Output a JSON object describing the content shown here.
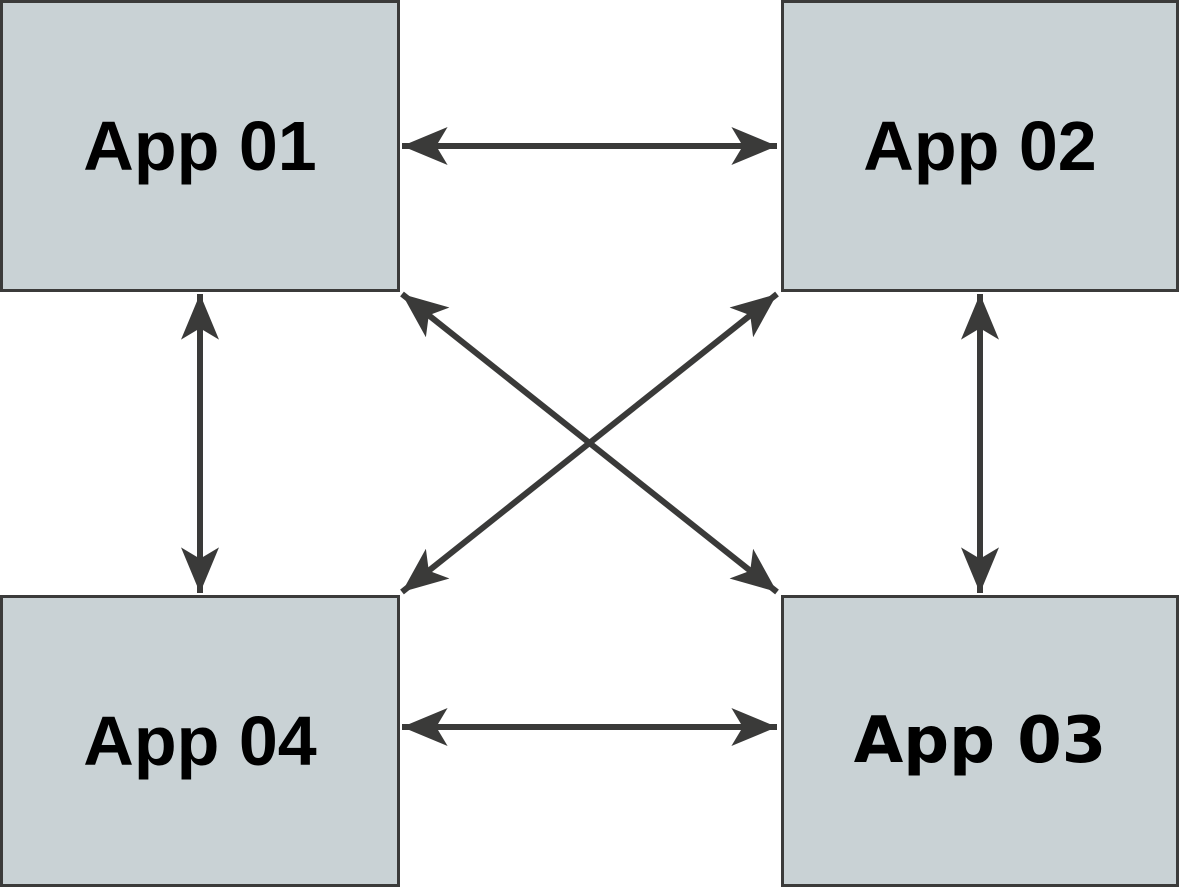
{
  "diagram": {
    "type": "network-diagram",
    "background": "#ffffff",
    "colors": {
      "node_fill": "#c9d2d5",
      "node_border": "#3b3b3a",
      "arrow": "#3a3a39",
      "label_text": "#000000"
    },
    "nodes": [
      {
        "id": "app01",
        "label": "App 01",
        "position": "top-left"
      },
      {
        "id": "app02",
        "label": "App 02",
        "position": "top-right"
      },
      {
        "id": "app03",
        "label": "App 03",
        "position": "bottom-right"
      },
      {
        "id": "app04",
        "label": "App 04",
        "position": "bottom-left"
      }
    ],
    "edges": [
      {
        "from": "App 01",
        "to": "App 02",
        "style": "double-headed-arrow",
        "path": "horizontal-top"
      },
      {
        "from": "App 04",
        "to": "App 03",
        "style": "double-headed-arrow",
        "path": "horizontal-bottom"
      },
      {
        "from": "App 01",
        "to": "App 04",
        "style": "double-headed-arrow",
        "path": "vertical-left"
      },
      {
        "from": "App 02",
        "to": "App 03",
        "style": "double-headed-arrow",
        "path": "vertical-right"
      },
      {
        "from": "App 01",
        "to": "App 03",
        "style": "double-headed-arrow",
        "path": "diagonal"
      },
      {
        "from": "App 02",
        "to": "App 04",
        "style": "double-headed-arrow",
        "path": "diagonal"
      }
    ]
  }
}
